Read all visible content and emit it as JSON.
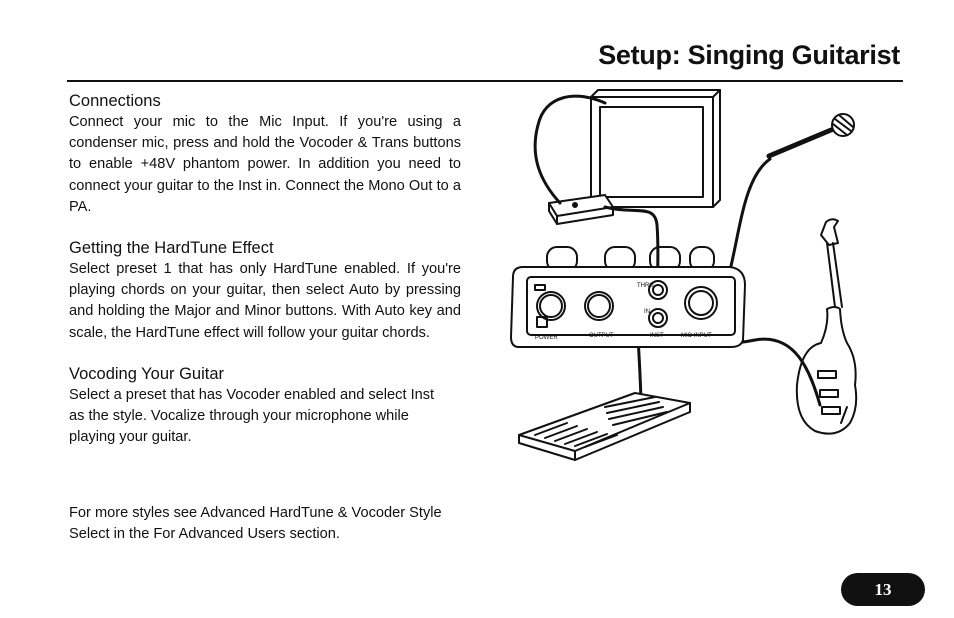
{
  "header": {
    "title": "Setup: Singing Guitarist"
  },
  "sections": [
    {
      "heading": "Connections",
      "body": "Connect your mic to the Mic Input. If you're using a condenser mic, press and hold the Vocoder & Trans buttons to enable +48V phantom power. In addition you need to connect your guitar to the Inst in. Connect the Mono Out to a PA."
    },
    {
      "heading": "Getting the HardTune Effect",
      "body": "Select preset 1 that has only HardTune enabled. If you're playing chords on your guitar, then select Auto by pressing and holding the Major and Minor buttons. With Auto key and scale, the HardTune effect will follow your guitar chords."
    },
    {
      "heading": "Vocoding Your Guitar",
      "body": "Select a preset that has Vocoder enabled and select Inst as the style. Vocalize through your microphone while playing your guitar."
    }
  ],
  "note": "For more styles see Advanced HardTune & Vocoder Style Select in the For Advanced Users section.",
  "diagram": {
    "labels": {
      "thru": "THRU",
      "in": "IN",
      "power": "POWER",
      "output": "OUTPUT",
      "inst": "INST",
      "mic_input": "MIC INPUT"
    }
  },
  "footer": {
    "page_number": "13"
  }
}
